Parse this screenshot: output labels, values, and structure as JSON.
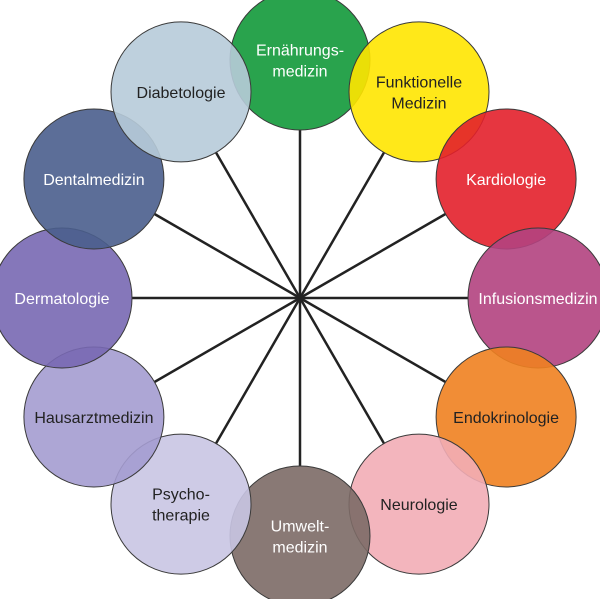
{
  "hub": "center",
  "nodes": [
    {
      "id": "ernaehrungsmedizin",
      "lines": [
        "Ernährungs-",
        "medizin"
      ],
      "color": "#12993a",
      "text_color": "#ffffff"
    },
    {
      "id": "funktionelle-medizin",
      "lines": [
        "Funktionelle",
        "Medizin"
      ],
      "color": "#ffe600",
      "text_color": "#222222"
    },
    {
      "id": "kardiologie",
      "lines": [
        "Kardiologie"
      ],
      "color": "#e3202b",
      "text_color": "#ffffff"
    },
    {
      "id": "infusionsmedizin",
      "lines": [
        "Infusionsmedizin"
      ],
      "color": "#b3427f",
      "text_color": "#ffffff"
    },
    {
      "id": "endokrinologie",
      "lines": [
        "Endokrinologie"
      ],
      "color": "#f08120",
      "text_color": "#222222"
    },
    {
      "id": "neurologie",
      "lines": [
        "Neurologie"
      ],
      "color": "#f2adb6",
      "text_color": "#222222"
    },
    {
      "id": "umweltmedizin",
      "lines": [
        "Umwelt-",
        "medizin"
      ],
      "color": "#7c6a66",
      "text_color": "#ffffff"
    },
    {
      "id": "psychotherapie",
      "lines": [
        "Psycho-",
        "therapie"
      ],
      "color": "#c9c5e3",
      "text_color": "#222222"
    },
    {
      "id": "hausarztmedizin",
      "lines": [
        "Hausarztmedizin"
      ],
      "color": "#a49cd0",
      "text_color": "#222222"
    },
    {
      "id": "dermatologie",
      "lines": [
        "Dermatologie"
      ],
      "color": "#7868b2",
      "text_color": "#ffffff"
    },
    {
      "id": "dentalmedizin",
      "lines": [
        "Dentalmedizin"
      ],
      "color": "#4a5e8d",
      "text_color": "#ffffff"
    },
    {
      "id": "diabetologie",
      "lines": [
        "Diabetologie"
      ],
      "color": "#b7cbd9",
      "text_color": "#222222"
    }
  ],
  "colors": {
    "spoke": "#222222",
    "outline": "#3a3a3a"
  }
}
